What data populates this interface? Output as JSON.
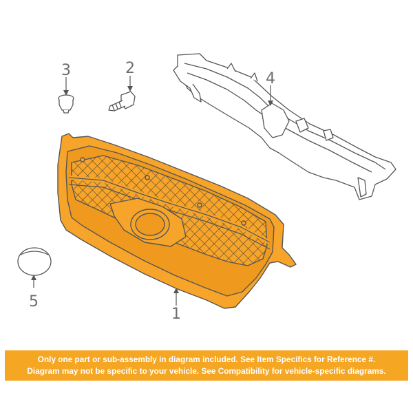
{
  "callouts": {
    "grille": "1",
    "bolt": "2",
    "clip": "3",
    "support": "4",
    "emblem": "5"
  },
  "colors": {
    "grille_fill": "#f7a42a",
    "outline": "#555555",
    "banner": "#f5a623"
  },
  "disclaimer": {
    "line1": "Only one part or sub-assembly in diagram included. See Item Specifics for Reference #.",
    "line2": "Diagram may not be specific to your vehicle. See Compatibility for vehicle-specific diagrams."
  }
}
